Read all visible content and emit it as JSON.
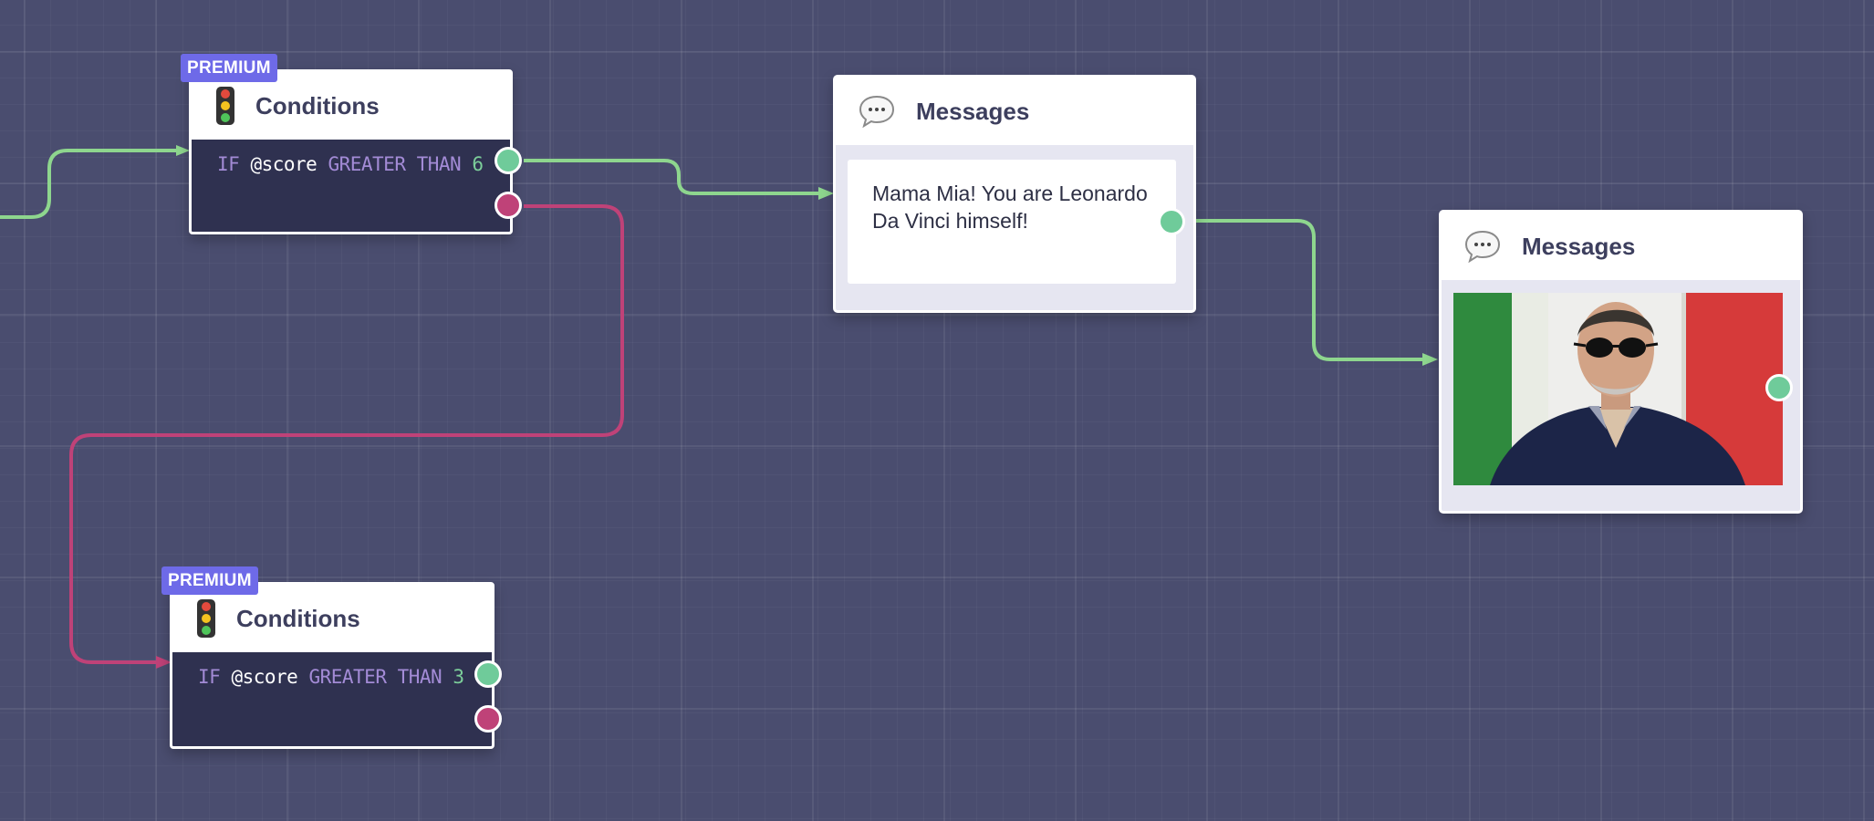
{
  "colors": {
    "canvas": "#4a4d6f",
    "true_path": "#8ed68e",
    "false_path": "#bf4278",
    "premium_badge": "#6e6ae8",
    "node_body": "#2f3150"
  },
  "condition_nodes": [
    {
      "badge": "PREMIUM",
      "icon": "traffic-light-icon",
      "title": "Conditions",
      "condition": {
        "keyword": "IF",
        "variable": "@score",
        "operator": "GREATER THAN",
        "value": "6"
      }
    },
    {
      "badge": "PREMIUM",
      "icon": "traffic-light-icon",
      "title": "Conditions",
      "condition": {
        "keyword": "IF",
        "variable": "@score",
        "operator": "GREATER THAN",
        "value": "3"
      }
    }
  ],
  "message_nodes": [
    {
      "icon": "speech-bubble-icon",
      "title": "Messages",
      "text_message": "Mama Mia! You are Leonardo Da Vinci himself!"
    },
    {
      "icon": "speech-bubble-icon",
      "title": "Messages",
      "image": "man-sunglasses-italian-flag-photo"
    }
  ]
}
